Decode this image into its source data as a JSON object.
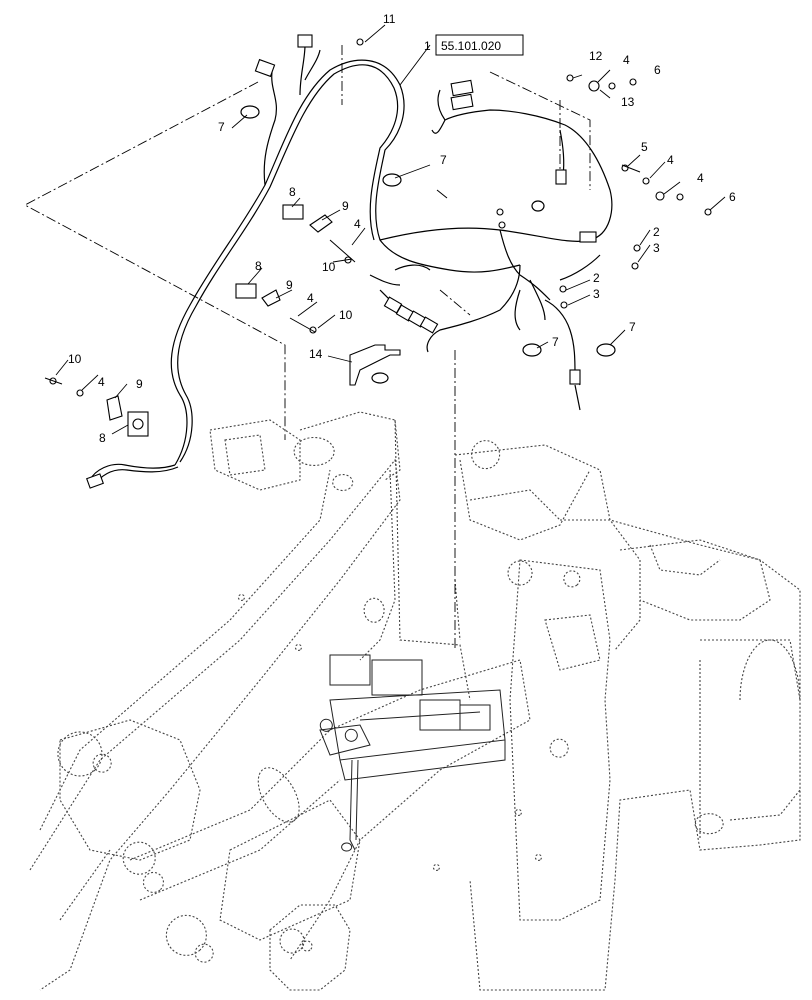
{
  "diagram": {
    "reference_code": "55.101.020",
    "callouts": [
      {
        "id": "c1",
        "label": "1"
      },
      {
        "id": "c2a",
        "label": "2"
      },
      {
        "id": "c2b",
        "label": "2"
      },
      {
        "id": "c3a",
        "label": "3"
      },
      {
        "id": "c3b",
        "label": "3"
      },
      {
        "id": "c4a",
        "label": "4"
      },
      {
        "id": "c4b",
        "label": "4"
      },
      {
        "id": "c4c",
        "label": "4"
      },
      {
        "id": "c4d",
        "label": "4"
      },
      {
        "id": "c4e",
        "label": "4"
      },
      {
        "id": "c4f",
        "label": "4"
      },
      {
        "id": "c5",
        "label": "5"
      },
      {
        "id": "c6a",
        "label": "6"
      },
      {
        "id": "c6b",
        "label": "6"
      },
      {
        "id": "c7a",
        "label": "7"
      },
      {
        "id": "c7b",
        "label": "7"
      },
      {
        "id": "c7c",
        "label": "7"
      },
      {
        "id": "c7d",
        "label": "7"
      },
      {
        "id": "c8a",
        "label": "8"
      },
      {
        "id": "c8b",
        "label": "8"
      },
      {
        "id": "c8c",
        "label": "8"
      },
      {
        "id": "c9a",
        "label": "9"
      },
      {
        "id": "c9b",
        "label": "9"
      },
      {
        "id": "c9c",
        "label": "9"
      },
      {
        "id": "c10a",
        "label": "10"
      },
      {
        "id": "c10b",
        "label": "10"
      },
      {
        "id": "c10c",
        "label": "10"
      },
      {
        "id": "c11",
        "label": "11"
      },
      {
        "id": "c12",
        "label": "12"
      },
      {
        "id": "c13",
        "label": "13"
      },
      {
        "id": "c14",
        "label": "14"
      }
    ]
  }
}
